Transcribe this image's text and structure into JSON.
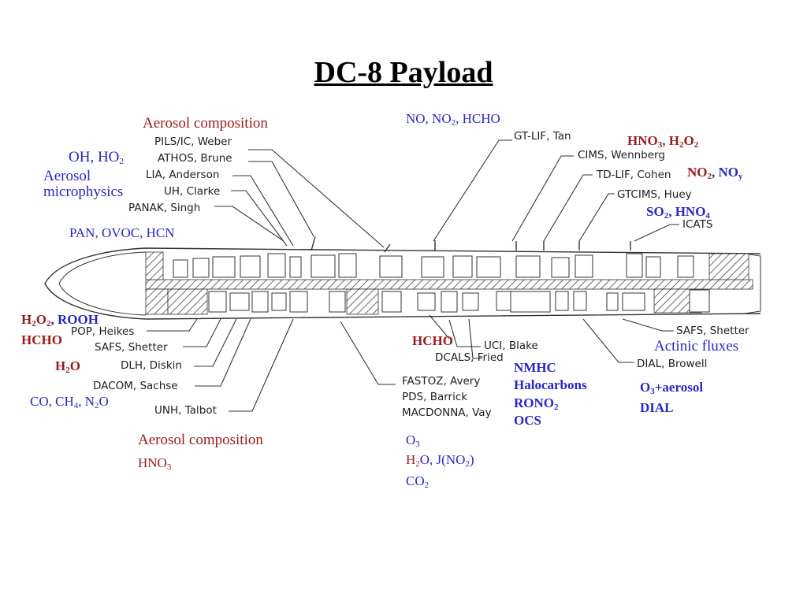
{
  "title": "DC-8 Payload",
  "colors": {
    "science_label": "#9b1b1b",
    "species_label": "#2727c8",
    "instrument_text": "#202020",
    "outline": "#333333"
  },
  "top_instruments": {
    "pils": "PILS/IC, Weber",
    "athos": "ATHOS, Brune",
    "lia": "LIA, Anderson",
    "uh": "UH, Clarke",
    "panak": "PANAK, Singh",
    "gtlif": "GT-LIF, Tan",
    "cims": "CIMS, Wennberg",
    "tdlif": "TD-LIF, Cohen",
    "gtcims": "GTCIMS, Huey",
    "icats": "ICATS"
  },
  "bottom_instruments": {
    "pop": "POP, Heikes",
    "safs_left": "SAFS, Shetter",
    "dlh": "DLH, Diskin",
    "dacom": "DACOM, Sachse",
    "unh": "UNH, Talbot",
    "fastoz": "FASTOZ, Avery",
    "pds": "PDS, Barrick",
    "macdonna": "MACDONNA, Vay",
    "uci": "UCI, Blake",
    "dcals": "DCALS, Fried",
    "safs_right": "SAFS, Shetter",
    "dial": "DIAL, Browell"
  },
  "labels": {
    "aerosol_composition_top": "Aerosol composition",
    "oh": "OH, HO",
    "oh_sub": "2",
    "aerosol_micro_1": "Aerosol",
    "aerosol_micro_2": "microphysics",
    "pan": "PAN, OVOC, HCN",
    "no_a": "NO, NO",
    "no_sub": "2",
    "no_b": ", HCHO",
    "hno3_a": "HNO",
    "hno3_sub": "3",
    "hno3_b": ", H",
    "h2o2_sub1": "2",
    "hno3_c": "O",
    "h2o2_sub2": "2",
    "no2_a": "NO",
    "no2_sub": "2",
    "no2_b": ", NO",
    "noy_sub": "y",
    "so2_a": "SO",
    "so2_sub": "2",
    "so2_b": ", HNO",
    "hno4_sub": "4",
    "h2o2_l_a": "H",
    "h2o2_l_s1": "2",
    "h2o2_l_b": "O",
    "h2o2_l_s2": "2",
    "h2o2_l_c": ", ROOH",
    "hcho_l": "HCHO",
    "h2o_l_a": "H",
    "h2o_l_sub": "2",
    "h2o_l_b": "O",
    "co_a": "CO, CH",
    "co_s1": "4",
    "co_b": ", N",
    "co_s2": "2",
    "co_c": "O",
    "aerosol_composition_bottom": "Aerosol composition",
    "hno3_bottom": "HNO",
    "hno3_bottom_sub": "3",
    "hcho_mid": "HCHO",
    "nmhc": "NMHC",
    "halocarbons": "Halocarbons",
    "rono_a": "RONO",
    "rono_sub": "2",
    "ocs": "OCS",
    "o3_a": "O",
    "o3_sub": "3",
    "h2o_m_a": "H",
    "h2o_m_sub": "2",
    "h2o_m_b": "O, J(NO",
    "jno2_sub": "2",
    "h2o_m_c": ")",
    "co2_a": "CO",
    "co2_sub": "2",
    "actinic": "Actinic fluxes",
    "o3aero_a": "O",
    "o3aero_sub": "3",
    "o3aero_b": "+aerosol",
    "dial_lbl": "DIAL"
  }
}
